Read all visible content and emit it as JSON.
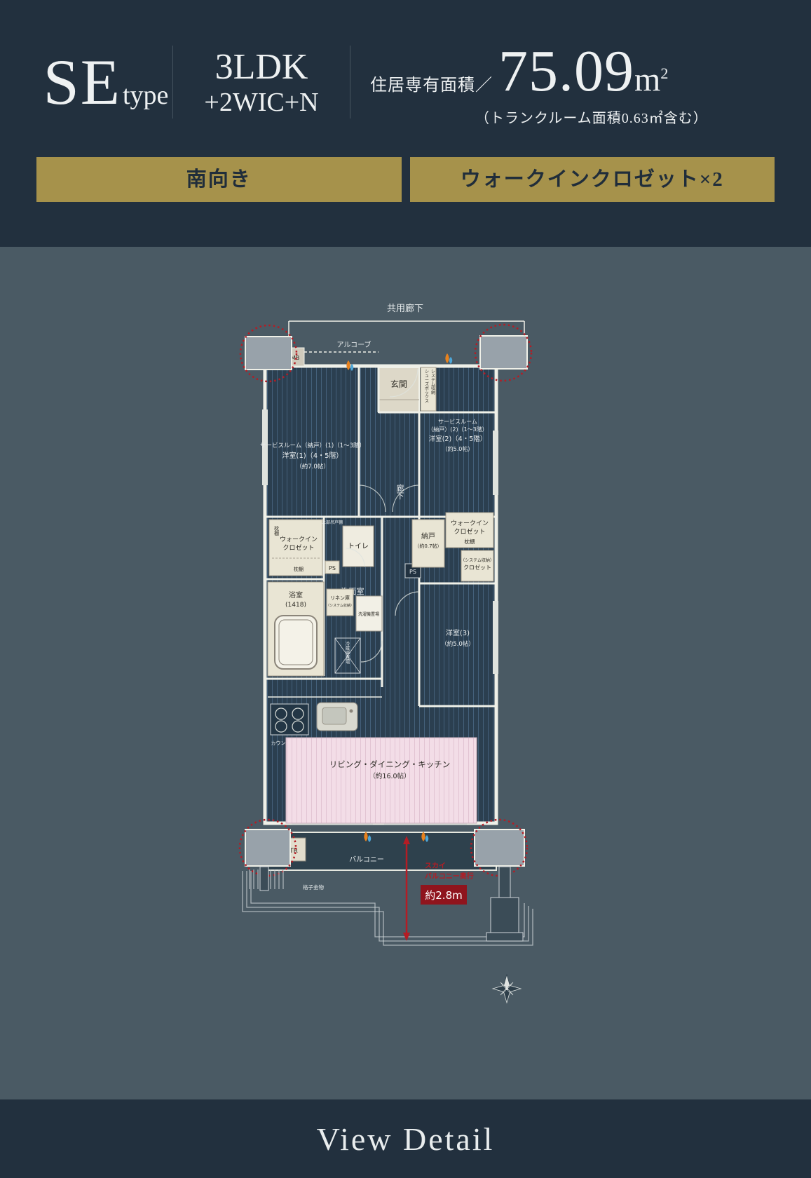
{
  "colors": {
    "header_bg": "#22303e",
    "main_bg": "#4a5a64",
    "badge_gold": "#a6924b",
    "badge_text": "#202d3a",
    "accent_red": "#b51c24",
    "deep_red": "#8f141d",
    "ldk_pink": "#f3dde7",
    "room_beige": "#e9e5d4",
    "floor_dark": "#2b3f50",
    "wall_white": "#eff0e8"
  },
  "header": {
    "type_main": "SE",
    "type_sub": "type",
    "plan_line1": "3LDK",
    "plan_line2": "+2WIC+N",
    "area_label": "住居専有面積／",
    "area_value": "75.09",
    "area_unit": "m",
    "area_unit_sup": "2",
    "area_note": "（トランクルーム面積0.63㎡含む）"
  },
  "badges": {
    "left": "南向き",
    "right": "ウォークインクロゼット×2"
  },
  "plan": {
    "corridor": "共用廊下",
    "alcove": "アルコーブ",
    "mb": "MB",
    "entrance": "玄関",
    "shoes1": "シューズボックス",
    "shoes2": "システム収納",
    "sr1_l1": "サービスルーム（納戸）(1)（1〜3階）",
    "sr1_l2": "洋室(1)（4・5階）",
    "sr1_l3": "（約7.0帖）",
    "sr2_l1": "サービスルーム",
    "sr2_l2": "（納戸）(2)（1〜3階）",
    "sr2_l3": "洋室(2)（4・5階）",
    "sr2_l4": "（約5.0帖）",
    "hallway": "廊下",
    "upper_cabinet": "上部吊戸棚",
    "wic_l1": "ウォークイン",
    "wic_l2": "クロゼット",
    "makura": "枕棚",
    "toilet": "トイレ",
    "nando_l1": "納戸",
    "nando_l2": "（約0.7帖）",
    "sys_l1": "（システム収納）",
    "sys_l2": "クロゼット",
    "ps": "PS",
    "washroom": "洗面室",
    "bath_l1": "浴室",
    "bath_l2": "(1418)",
    "linen_l1": "リネン庫",
    "linen_l2": "（システム収納）",
    "washer": "洗濯機置場",
    "fridge": "冷蔵庫置場",
    "room3_l1": "洋室(3)",
    "room3_l2": "（約5.0帖）",
    "counter": "カウンター",
    "ldk_l1": "リビング・ダイニング・キッチン",
    "ldk_l2": "（約16.0帖）",
    "balcony": "バルコニー",
    "tr": "TR",
    "lattice": "格子金物",
    "sky_l1": "スカイ",
    "sky_l2": "バルコニー奥行",
    "sky_depth": "約2.8m"
  },
  "footer": {
    "view_detail": "View Detail"
  }
}
